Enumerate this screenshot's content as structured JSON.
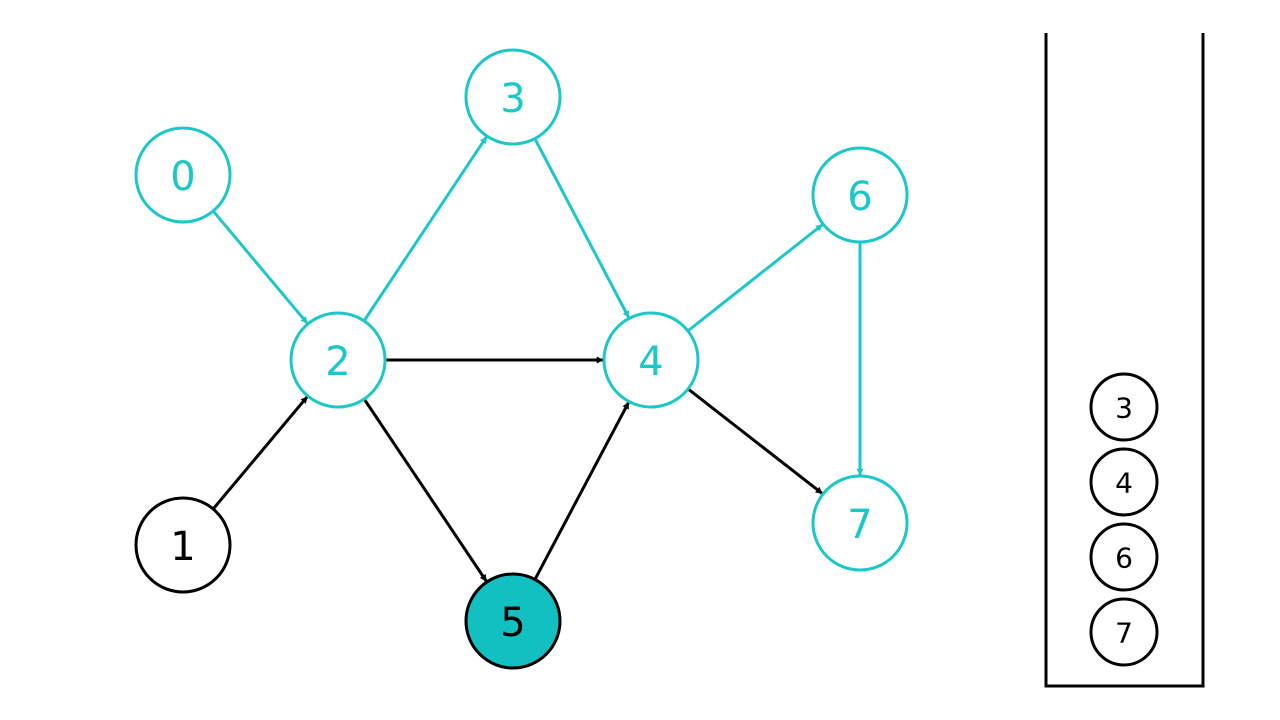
{
  "graph": {
    "nodes": [
      {
        "id": "0",
        "label": "0",
        "state": "visited"
      },
      {
        "id": "1",
        "label": "1",
        "state": "unvisited"
      },
      {
        "id": "2",
        "label": "2",
        "state": "visited"
      },
      {
        "id": "3",
        "label": "3",
        "state": "visited"
      },
      {
        "id": "4",
        "label": "4",
        "state": "visited"
      },
      {
        "id": "5",
        "label": "5",
        "state": "current"
      },
      {
        "id": "6",
        "label": "6",
        "state": "visited"
      },
      {
        "id": "7",
        "label": "7",
        "state": "visited"
      }
    ],
    "edges": [
      {
        "from": "0",
        "to": "2",
        "state": "visited"
      },
      {
        "from": "1",
        "to": "2",
        "state": "unvisited"
      },
      {
        "from": "2",
        "to": "3",
        "state": "visited"
      },
      {
        "from": "2",
        "to": "4",
        "state": "unvisited"
      },
      {
        "from": "2",
        "to": "5",
        "state": "unvisited"
      },
      {
        "from": "3",
        "to": "4",
        "state": "visited"
      },
      {
        "from": "5",
        "to": "4",
        "state": "unvisited"
      },
      {
        "from": "4",
        "to": "6",
        "state": "visited"
      },
      {
        "from": "4",
        "to": "7",
        "state": "unvisited"
      },
      {
        "from": "6",
        "to": "7",
        "state": "visited"
      }
    ]
  },
  "stack": {
    "items": [
      "3",
      "4",
      "6",
      "7"
    ]
  },
  "colors": {
    "visited": "#1cc7c9",
    "unvisited": "#000000",
    "current_fill": "#12bfc1",
    "background": "#ffffff"
  }
}
